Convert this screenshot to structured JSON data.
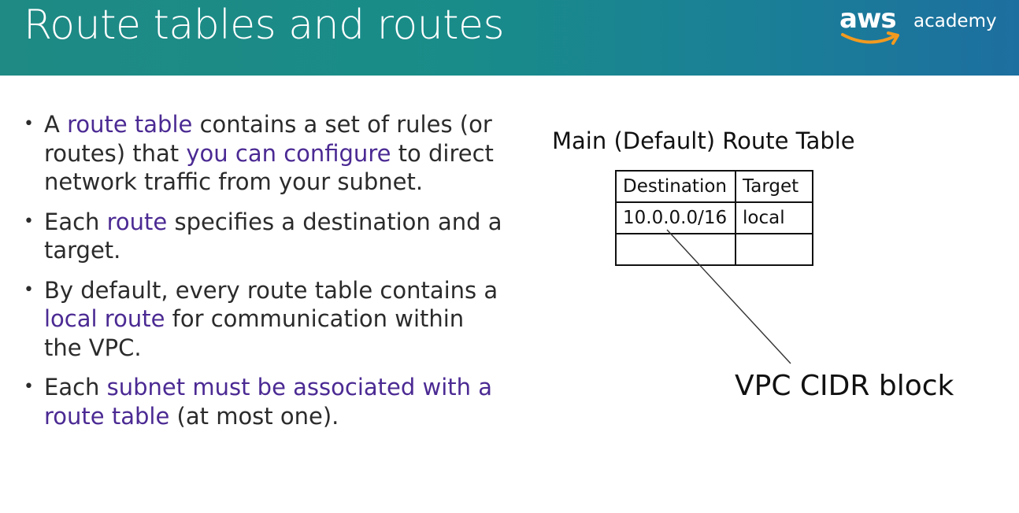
{
  "slide": {
    "title": "Route tables and routes",
    "logo": {
      "brand": "aws",
      "suffix": "academy"
    }
  },
  "bullets": [
    {
      "segments": [
        {
          "text": "A ",
          "highlight": false
        },
        {
          "text": "route table",
          "highlight": true
        },
        {
          "text": " contains a set of rules (or routes) that ",
          "highlight": false
        },
        {
          "text": "you can configure",
          "highlight": true
        },
        {
          "text": " to direct network traffic from your subnet.",
          "highlight": false
        }
      ]
    },
    {
      "segments": [
        {
          "text": "Each ",
          "highlight": false
        },
        {
          "text": "route",
          "highlight": true
        },
        {
          "text": " specifies a destination and a target.",
          "highlight": false
        }
      ]
    },
    {
      "segments": [
        {
          "text": "By default, every route table contains a ",
          "highlight": false
        },
        {
          "text": "local route",
          "highlight": true
        },
        {
          "text": " for communication within the VPC.",
          "highlight": false
        }
      ]
    },
    {
      "segments": [
        {
          "text": "Each ",
          "highlight": false
        },
        {
          "text": "subnet must be associated with a route table",
          "highlight": true
        },
        {
          "text": " (at most one).",
          "highlight": false
        }
      ]
    }
  ],
  "route_table": {
    "caption": "Main (Default) Route Table",
    "headers": [
      "Destination",
      "Target"
    ],
    "rows": [
      [
        "10.0.0.0/16",
        "local"
      ],
      [
        "",
        ""
      ]
    ]
  },
  "callout": {
    "label": "VPC CIDR block"
  },
  "colors": {
    "header_start": "#1f8a84",
    "header_end": "#1d6f9f",
    "highlight": "#4b2a93",
    "logo_smile": "#f29a1f"
  }
}
